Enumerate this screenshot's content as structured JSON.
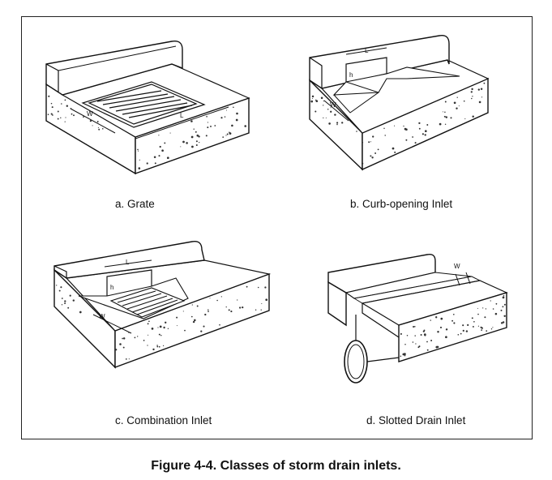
{
  "panels": {
    "a": {
      "caption": "a.  Grate",
      "dims": {
        "w": "W",
        "l": "L"
      }
    },
    "b": {
      "caption": "b.  Curb-opening Inlet",
      "dims": {
        "l": "L",
        "h": "h",
        "w": "W"
      }
    },
    "c": {
      "caption": "c.  Combination Inlet",
      "dims": {
        "l": "L",
        "h": "h",
        "w": "W"
      }
    },
    "d": {
      "caption": "d.  Slotted Drain Inlet",
      "dims": {
        "w": "W"
      }
    }
  },
  "figure_title": "Figure 4-4. Classes of storm drain inlets.",
  "colors": {
    "line": "#111111",
    "paper": "#ffffff",
    "speckle": "#333333"
  }
}
